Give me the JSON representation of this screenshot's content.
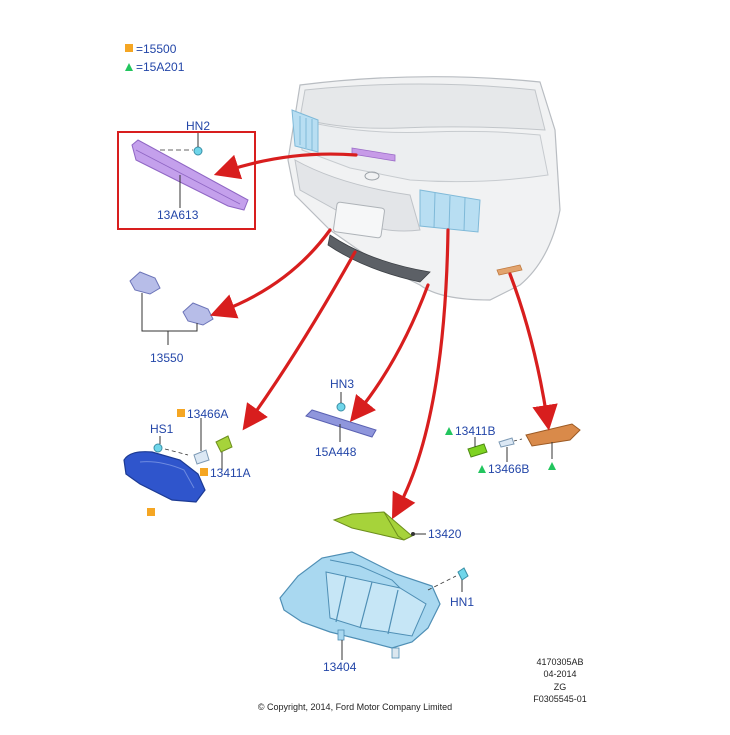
{
  "legend": [
    {
      "symbol": "square",
      "text": "=15500",
      "color": "#f5a623"
    },
    {
      "symbol": "triangle",
      "text": "=15A201",
      "color": "#22c55e"
    }
  ],
  "parts": {
    "hn2": "HN2",
    "p13a613": "13A613",
    "p13550": "13550",
    "hn3": "HN3",
    "p15a448": "15A448",
    "p13466a": "13466A",
    "hs1": "HS1",
    "p13411a": "13411A",
    "p13411b": "13411B",
    "p13466b": "13466B",
    "p13420": "13420",
    "hn1": "HN1",
    "p13404": "13404"
  },
  "footer": {
    "doc_code": "4170305AB",
    "date": "04-2014",
    "zg": "ZG",
    "figure_code": "F0305545-01",
    "copyright": "© Copyright, 2014, Ford Motor Company Limited"
  },
  "colors": {
    "label": "#2346a8",
    "arrow": "#d81e1e",
    "highlight_box": "#d81e1e",
    "lamp_light_blue": "#a9d8f0",
    "lamp_blue": "#2f55cc",
    "bracket_green": "#a6d33a",
    "side_marker_orange": "#d98a4a",
    "brake_lamp_purple": "#b48fe0"
  }
}
